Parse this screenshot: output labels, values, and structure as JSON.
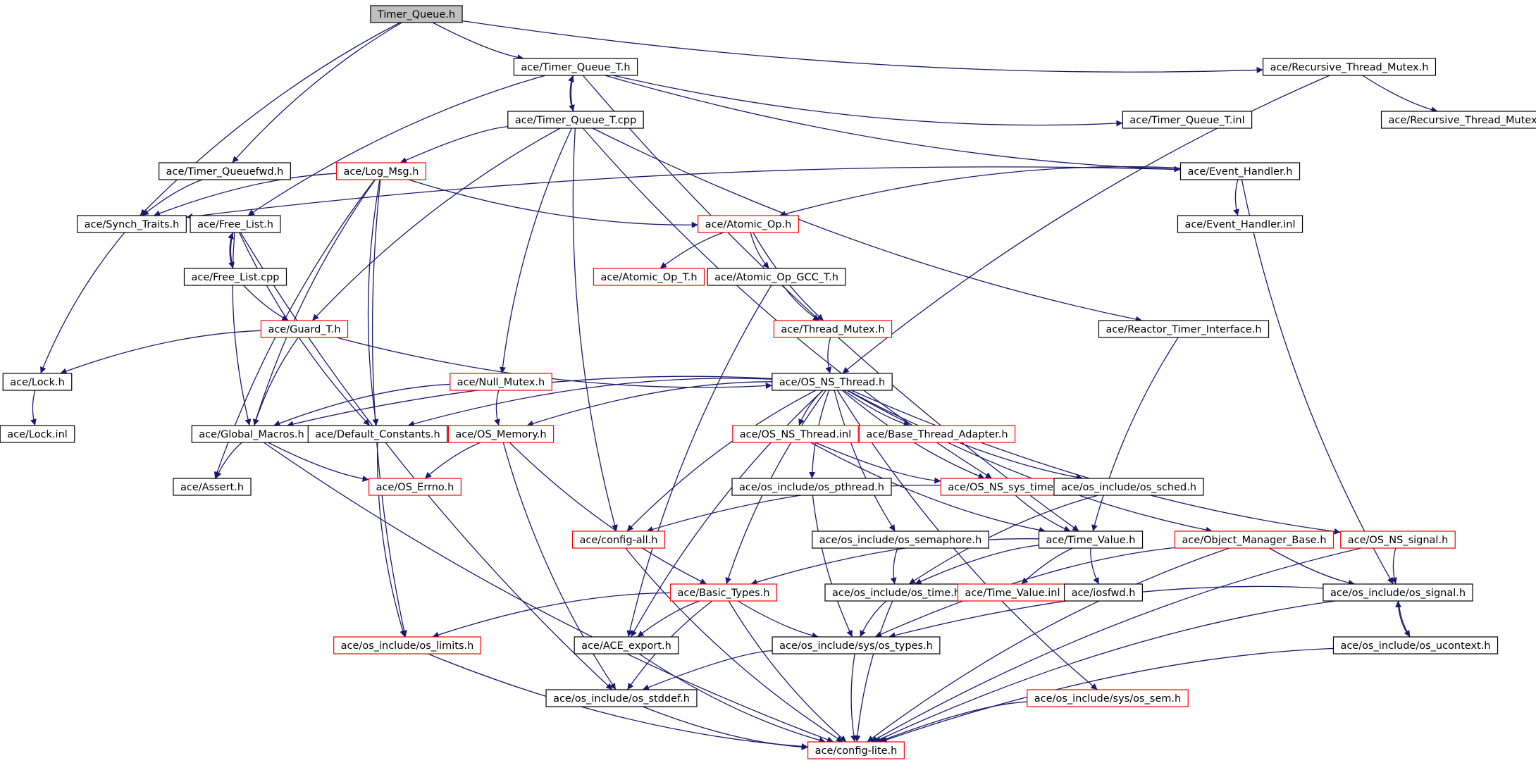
{
  "graph": {
    "title": "",
    "colors": {
      "edge": "#191970",
      "node_border_default": "#000000",
      "node_border_incomplete": "#ff0000",
      "root_fill": "#bfbfbf",
      "node_fill": "#ffffff"
    },
    "nodes": [
      {
        "id": "timer_queue_h",
        "label": "Timer_Queue.h",
        "style": "root"
      },
      {
        "id": "timer_queue_t_h",
        "label": "ace/Timer_Queue_T.h",
        "style": "normal"
      },
      {
        "id": "recursive_thread_mutex_h",
        "label": "ace/Recursive_Thread_Mutex.h",
        "style": "normal"
      },
      {
        "id": "timer_queue_t_cpp",
        "label": "ace/Timer_Queue_T.cpp",
        "style": "normal"
      },
      {
        "id": "timer_queue_t_inl",
        "label": "ace/Timer_Queue_T.inl",
        "style": "normal"
      },
      {
        "id": "recursive_thread_mutex_inl",
        "label": "ace/Recursive_Thread_Mutex.inl",
        "style": "normal"
      },
      {
        "id": "timer_queuefwd_h",
        "label": "ace/Timer_Queuefwd.h",
        "style": "normal"
      },
      {
        "id": "log_msg_h",
        "label": "ace/Log_Msg.h",
        "style": "incomplete"
      },
      {
        "id": "event_handler_h",
        "label": "ace/Event_Handler.h",
        "style": "normal"
      },
      {
        "id": "synch_traits_h",
        "label": "ace/Synch_Traits.h",
        "style": "normal"
      },
      {
        "id": "free_list_h",
        "label": "ace/Free_List.h",
        "style": "normal"
      },
      {
        "id": "atomic_op_h",
        "label": "ace/Atomic_Op.h",
        "style": "incomplete"
      },
      {
        "id": "event_handler_inl",
        "label": "ace/Event_Handler.inl",
        "style": "normal"
      },
      {
        "id": "free_list_cpp",
        "label": "ace/Free_List.cpp",
        "style": "normal"
      },
      {
        "id": "atomic_op_t_h",
        "label": "ace/Atomic_Op_T.h",
        "style": "incomplete"
      },
      {
        "id": "atomic_op_gcc_t_h",
        "label": "ace/Atomic_Op_GCC_T.h",
        "style": "normal"
      },
      {
        "id": "guard_t_h",
        "label": "ace/Guard_T.h",
        "style": "incomplete"
      },
      {
        "id": "thread_mutex_h",
        "label": "ace/Thread_Mutex.h",
        "style": "incomplete"
      },
      {
        "id": "reactor_timer_interface_h",
        "label": "ace/Reactor_Timer_Interface.h",
        "style": "normal"
      },
      {
        "id": "lock_h",
        "label": "ace/Lock.h",
        "style": "normal"
      },
      {
        "id": "null_mutex_h",
        "label": "ace/Null_Mutex.h",
        "style": "incomplete"
      },
      {
        "id": "os_ns_thread_h",
        "label": "ace/OS_NS_Thread.h",
        "style": "normal"
      },
      {
        "id": "lock_inl",
        "label": "ace/Lock.inl",
        "style": "normal"
      },
      {
        "id": "global_macros_h",
        "label": "ace/Global_Macros.h",
        "style": "normal"
      },
      {
        "id": "default_constants_h",
        "label": "ace/Default_Constants.h",
        "style": "normal"
      },
      {
        "id": "os_memory_h",
        "label": "ace/OS_Memory.h",
        "style": "incomplete"
      },
      {
        "id": "os_ns_thread_inl",
        "label": "ace/OS_NS_Thread.inl",
        "style": "incomplete"
      },
      {
        "id": "base_thread_adapter_h",
        "label": "ace/Base_Thread_Adapter.h",
        "style": "incomplete"
      },
      {
        "id": "assert_h",
        "label": "ace/Assert.h",
        "style": "normal"
      },
      {
        "id": "os_errno_h",
        "label": "ace/OS_Errno.h",
        "style": "incomplete"
      },
      {
        "id": "os_pthread_h",
        "label": "ace/os_include/os_pthread.h",
        "style": "normal"
      },
      {
        "id": "os_ns_sys_time_h",
        "label": "ace/OS_NS_sys_time.h",
        "style": "incomplete"
      },
      {
        "id": "os_sched_h",
        "label": "ace/os_include/os_sched.h",
        "style": "normal"
      },
      {
        "id": "config_all_h",
        "label": "ace/config-all.h",
        "style": "incomplete"
      },
      {
        "id": "os_semaphore_h",
        "label": "ace/os_include/os_semaphore.h",
        "style": "normal"
      },
      {
        "id": "time_value_h",
        "label": "ace/Time_Value.h",
        "style": "normal"
      },
      {
        "id": "object_manager_base_h",
        "label": "ace/Object_Manager_Base.h",
        "style": "incomplete"
      },
      {
        "id": "os_ns_signal_h",
        "label": "ace/OS_NS_signal.h",
        "style": "incomplete"
      },
      {
        "id": "basic_types_h",
        "label": "ace/Basic_Types.h",
        "style": "incomplete"
      },
      {
        "id": "os_time_h",
        "label": "ace/os_include/os_time.h",
        "style": "normal"
      },
      {
        "id": "time_value_inl",
        "label": "ace/Time_Value.inl",
        "style": "incomplete"
      },
      {
        "id": "iosfwd_h",
        "label": "ace/iosfwd.h",
        "style": "normal"
      },
      {
        "id": "os_signal_h",
        "label": "ace/os_include/os_signal.h",
        "style": "normal"
      },
      {
        "id": "os_limits_h",
        "label": "ace/os_include/os_limits.h",
        "style": "incomplete"
      },
      {
        "id": "ace_export_h",
        "label": "ace/ACE_export.h",
        "style": "normal"
      },
      {
        "id": "os_types_h",
        "label": "ace/os_include/sys/os_types.h",
        "style": "normal"
      },
      {
        "id": "os_ucontext_h",
        "label": "ace/os_include/os_ucontext.h",
        "style": "normal"
      },
      {
        "id": "os_stddef_h",
        "label": "ace/os_include/os_stddef.h",
        "style": "normal"
      },
      {
        "id": "os_sem_h",
        "label": "ace/os_include/sys/os_sem.h",
        "style": "incomplete"
      },
      {
        "id": "config_lite_h",
        "label": "ace/config-lite.h",
        "style": "incomplete"
      }
    ],
    "edges": [
      [
        "timer_queue_h",
        "timer_queue_t_h"
      ],
      [
        "timer_queue_h",
        "recursive_thread_mutex_h"
      ],
      [
        "timer_queue_h",
        "timer_queuefwd_h"
      ],
      [
        "timer_queue_h",
        "synch_traits_h"
      ],
      [
        "timer_queue_t_h",
        "timer_queue_t_cpp"
      ],
      [
        "timer_queue_t_cpp",
        "timer_queue_t_h"
      ],
      [
        "timer_queue_t_h",
        "timer_queue_t_inl"
      ],
      [
        "timer_queue_t_h",
        "event_handler_h"
      ],
      [
        "timer_queue_t_h",
        "free_list_h"
      ],
      [
        "timer_queue_t_h",
        "time_value_h"
      ],
      [
        "recursive_thread_mutex_h",
        "recursive_thread_mutex_inl"
      ],
      [
        "recursive_thread_mutex_h",
        "os_ns_thread_h"
      ],
      [
        "timer_queue_t_cpp",
        "log_msg_h"
      ],
      [
        "timer_queue_t_cpp",
        "guard_t_h"
      ],
      [
        "timer_queue_t_cpp",
        "null_mutex_h"
      ],
      [
        "timer_queue_t_cpp",
        "config_all_h"
      ],
      [
        "timer_queue_t_cpp",
        "reactor_timer_interface_h"
      ],
      [
        "timer_queue_t_cpp",
        "os_ns_sys_time_h"
      ],
      [
        "timer_queuefwd_h",
        "synch_traits_h"
      ],
      [
        "log_msg_h",
        "synch_traits_h"
      ],
      [
        "log_msg_h",
        "atomic_op_h"
      ],
      [
        "log_msg_h",
        "global_macros_h"
      ],
      [
        "log_msg_h",
        "default_constants_h"
      ],
      [
        "log_msg_h",
        "assert_h"
      ],
      [
        "log_msg_h",
        "os_limits_h"
      ],
      [
        "event_handler_h",
        "synch_traits_h"
      ],
      [
        "event_handler_h",
        "atomic_op_h"
      ],
      [
        "event_handler_h",
        "event_handler_inl"
      ],
      [
        "event_handler_h",
        "os_signal_h"
      ],
      [
        "synch_traits_h",
        "lock_h"
      ],
      [
        "free_list_h",
        "free_list_cpp"
      ],
      [
        "free_list_cpp",
        "free_list_h"
      ],
      [
        "free_list_h",
        "global_macros_h"
      ],
      [
        "free_list_h",
        "default_constants_h"
      ],
      [
        "free_list_h",
        "os_stddef_h"
      ],
      [
        "free_list_cpp",
        "guard_t_h"
      ],
      [
        "atomic_op_h",
        "atomic_op_t_h"
      ],
      [
        "atomic_op_h",
        "atomic_op_gcc_t_h"
      ],
      [
        "atomic_op_h",
        "thread_mutex_h"
      ],
      [
        "atomic_op_gcc_t_h",
        "thread_mutex_h"
      ],
      [
        "atomic_op_gcc_t_h",
        "ace_export_h"
      ],
      [
        "thread_mutex_h",
        "os_ns_thread_h"
      ],
      [
        "guard_t_h",
        "lock_h"
      ],
      [
        "guard_t_h",
        "global_macros_h"
      ],
      [
        "guard_t_h",
        "os_ns_thread_h"
      ],
      [
        "reactor_timer_interface_h",
        "time_value_h"
      ],
      [
        "lock_h",
        "lock_inl"
      ],
      [
        "null_mutex_h",
        "global_macros_h"
      ],
      [
        "null_mutex_h",
        "os_memory_h"
      ],
      [
        "os_ns_thread_h",
        "global_macros_h"
      ],
      [
        "os_ns_thread_h",
        "default_constants_h"
      ],
      [
        "os_ns_thread_h",
        "os_memory_h"
      ],
      [
        "os_ns_thread_h",
        "os_ns_thread_inl"
      ],
      [
        "os_ns_thread_h",
        "base_thread_adapter_h"
      ],
      [
        "os_ns_thread_h",
        "config_all_h"
      ],
      [
        "os_ns_thread_h",
        "basic_types_h"
      ],
      [
        "os_ns_thread_h",
        "ace_export_h"
      ],
      [
        "os_ns_thread_h",
        "os_pthread_h"
      ],
      [
        "os_ns_thread_h",
        "os_ns_sys_time_h"
      ],
      [
        "os_ns_thread_h",
        "os_sched_h"
      ],
      [
        "os_ns_thread_h",
        "os_semaphore_h"
      ],
      [
        "os_ns_thread_h",
        "os_sem_h"
      ],
      [
        "os_ns_thread_h",
        "object_manager_base_h"
      ],
      [
        "os_ns_thread_h",
        "os_ns_signal_h"
      ],
      [
        "global_macros_h",
        "assert_h"
      ],
      [
        "global_macros_h",
        "os_errno_h"
      ],
      [
        "global_macros_h",
        "config_lite_h"
      ],
      [
        "default_constants_h",
        "os_limits_h"
      ],
      [
        "os_memory_h",
        "os_errno_h"
      ],
      [
        "os_memory_h",
        "basic_types_h"
      ],
      [
        "os_memory_h",
        "os_stddef_h"
      ],
      [
        "os_ns_thread_inl",
        "os_ns_sys_time_h"
      ],
      [
        "os_ns_thread_inl",
        "time_value_h"
      ],
      [
        "os_pthread_h",
        "os_types_h"
      ],
      [
        "os_ns_sys_time_h",
        "time_value_h"
      ],
      [
        "os_ns_sys_time_h",
        "config_all_h"
      ],
      [
        "os_sched_h",
        "os_time_h"
      ],
      [
        "os_semaphore_h",
        "os_time_h"
      ],
      [
        "config_all_h",
        "config_lite_h"
      ],
      [
        "time_value_h",
        "basic_types_h"
      ],
      [
        "time_value_h",
        "os_time_h"
      ],
      [
        "time_value_h",
        "time_value_inl"
      ],
      [
        "time_value_h",
        "iosfwd_h"
      ],
      [
        "object_manager_base_h",
        "os_signal_h"
      ],
      [
        "object_manager_base_h",
        "os_types_h"
      ],
      [
        "object_manager_base_h",
        "config_lite_h"
      ],
      [
        "os_ns_signal_h",
        "os_signal_h"
      ],
      [
        "os_ns_signal_h",
        "config_lite_h"
      ],
      [
        "basic_types_h",
        "os_limits_h"
      ],
      [
        "basic_types_h",
        "ace_export_h"
      ],
      [
        "basic_types_h",
        "os_types_h"
      ],
      [
        "basic_types_h",
        "os_stddef_h"
      ],
      [
        "basic_types_h",
        "config_lite_h"
      ],
      [
        "os_time_h",
        "os_types_h"
      ],
      [
        "os_time_h",
        "config_lite_h"
      ],
      [
        "os_signal_h",
        "os_types_h"
      ],
      [
        "os_signal_h",
        "os_ucontext_h"
      ],
      [
        "os_ucontext_h",
        "os_signal_h"
      ],
      [
        "os_signal_h",
        "config_lite_h"
      ],
      [
        "os_ucontext_h",
        "config_lite_h"
      ],
      [
        "os_limits_h",
        "config_lite_h"
      ],
      [
        "ace_export_h",
        "config_lite_h"
      ],
      [
        "os_types_h",
        "os_stddef_h"
      ],
      [
        "os_types_h",
        "config_lite_h"
      ],
      [
        "os_stddef_h",
        "config_lite_h"
      ],
      [
        "os_sem_h",
        "config_lite_h"
      ]
    ]
  }
}
